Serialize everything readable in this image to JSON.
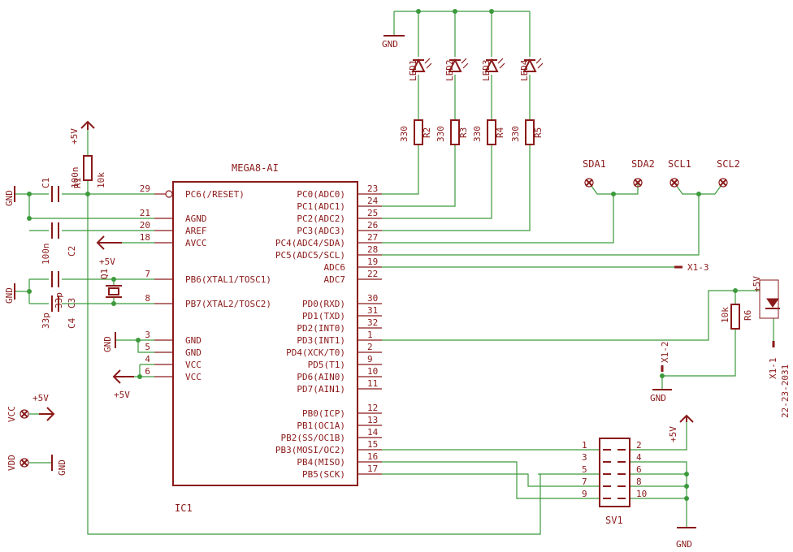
{
  "ic": {
    "name": "IC1",
    "value": "MEGA8-AI",
    "left_pins": [
      {
        "num": "29",
        "name": "PC6(/RESET)"
      },
      {
        "num": "21",
        "name": "AGND"
      },
      {
        "num": "20",
        "name": "AREF"
      },
      {
        "num": "18",
        "name": "AVCC"
      },
      {
        "num": "7",
        "name": "PB6(XTAL1/TOSC1)"
      },
      {
        "num": "8",
        "name": "PB7(XTAL2/TOSC2)"
      },
      {
        "num": "3",
        "name": "GND"
      },
      {
        "num": "5",
        "name": "GND"
      },
      {
        "num": "4",
        "name": "VCC"
      },
      {
        "num": "6",
        "name": "VCC"
      }
    ],
    "right_pins": [
      {
        "num": "23",
        "name": "PC0(ADC0)"
      },
      {
        "num": "24",
        "name": "PC1(ADC1)"
      },
      {
        "num": "25",
        "name": "PC2(ADC2)"
      },
      {
        "num": "26",
        "name": "PC3(ADC3)"
      },
      {
        "num": "27",
        "name": "PC4(ADC4/SDA)"
      },
      {
        "num": "28",
        "name": "PC5(ADC5/SCL)"
      },
      {
        "num": "19",
        "name": "ADC6"
      },
      {
        "num": "22",
        "name": "ADC7"
      },
      {
        "num": "30",
        "name": "PD0(RXD)"
      },
      {
        "num": "31",
        "name": "PD1(TXD)"
      },
      {
        "num": "32",
        "name": "PD2(INT0)"
      },
      {
        "num": "1",
        "name": "PD3(INT1)"
      },
      {
        "num": "2",
        "name": "PD4(XCK/T0)"
      },
      {
        "num": "9",
        "name": "PD5(T1)"
      },
      {
        "num": "10",
        "name": "PD6(AIN0)"
      },
      {
        "num": "11",
        "name": "PD7(AIN1)"
      },
      {
        "num": "12",
        "name": "PB0(ICP)"
      },
      {
        "num": "13",
        "name": "PB1(OC1A)"
      },
      {
        "num": "14",
        "name": "PB2(SS/OC1B)"
      },
      {
        "num": "15",
        "name": "PB3(MOSI/OC2)"
      },
      {
        "num": "16",
        "name": "PB4(MISO)"
      },
      {
        "num": "17",
        "name": "PB5(SCK)"
      }
    ]
  },
  "leds": [
    {
      "name": "LED1"
    },
    {
      "name": "LED2"
    },
    {
      "name": "LED3"
    },
    {
      "name": "LED4"
    }
  ],
  "resistors": [
    {
      "name": "R2",
      "value": "330"
    },
    {
      "name": "R3",
      "value": "330"
    },
    {
      "name": "R4",
      "value": "330"
    },
    {
      "name": "R5",
      "value": "330"
    }
  ],
  "r1": {
    "name": "R1",
    "value": "10k"
  },
  "r6": {
    "name": "R6",
    "value": "10k"
  },
  "c1": {
    "name": "C1",
    "value": "100n"
  },
  "c2": {
    "name": "C2",
    "value": "100n"
  },
  "c3": {
    "name": "C3",
    "value": "33p"
  },
  "c4": {
    "name": "C4",
    "value": "33p"
  },
  "q1": {
    "name": "Q1"
  },
  "pads": [
    {
      "name": "SDA1"
    },
    {
      "name": "SDA2"
    },
    {
      "name": "SCL1"
    },
    {
      "name": "SCL2"
    }
  ],
  "sv1": {
    "name": "SV1",
    "pins": [
      "1",
      "2",
      "3",
      "4",
      "5",
      "6",
      "7",
      "8",
      "9",
      "10"
    ]
  },
  "x1": {
    "x1_1": "X1-1",
    "x1_2": "X1-2",
    "x1_3": "X1-3",
    "part": "22-23-2031"
  },
  "nets": {
    "gnd": "GND",
    "vcc5": "+5V",
    "vcc": "VCC",
    "vdd": "VDD"
  }
}
